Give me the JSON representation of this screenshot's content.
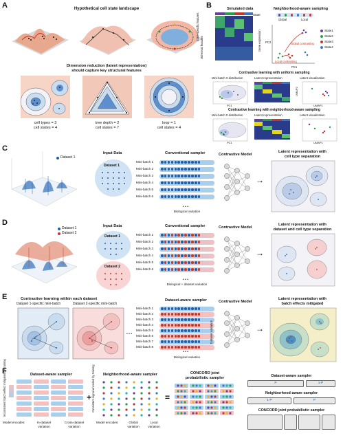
{
  "panels": [
    "A",
    "B",
    "C",
    "D",
    "E",
    "F"
  ],
  "panelA": {
    "title": "Hypothetical cell state landscape",
    "subtitle1": "Dimension reduction (latent representation)",
    "subtitle2": "should capture key structural features",
    "captions": [
      {
        "l1": "cell types = 3",
        "l2": "cell states = 4"
      },
      {
        "l1": "tree depth = 2",
        "l2": "cell states = 7"
      },
      {
        "l1": "loop = 1",
        "l2": "cell states = 4"
      }
    ]
  },
  "panelB": {
    "simulated": "Simulated data",
    "state": "State",
    "gene_expression": "Gene expression",
    "state_specific": "State-specific features",
    "universal": "Universal features",
    "neighborhood": "Neighborhood-aware sampling",
    "global": "Global",
    "local": "Local",
    "pc1": "PC1",
    "pc2": "PC2",
    "global_contrasting": "Global contrasting",
    "local_contrasting": "Local contrasting",
    "states": [
      "State1",
      "State2",
      "State3",
      "State4"
    ],
    "uniform_title": "Contrastive learning with uniform sampling",
    "neighborhood_title": "Contrastive learning with neighborhood-aware sampling",
    "minibatch0": "Mini-batch 0 distribution",
    "latent_rep": "Latent representation",
    "latent_vis": "Latent visualization",
    "umap1": "UMAP1",
    "umap2": "UMAP2"
  },
  "panelC": {
    "dataset1": "Dataset 1",
    "input_data": "Input Data",
    "sampler": "Conventional sampler",
    "model": "Contrastive Model",
    "result1": "Latent representation with",
    "result2": "cell type separation",
    "variation": "Biological variation",
    "batches": [
      "Mini-batch 1",
      "Mini-batch 2",
      "Mini-batch 3",
      "Mini-batch 4",
      "Mini-batch 5",
      "Mini-batch 6"
    ],
    "ellipsis": "• • •",
    "arrow": "→"
  },
  "panelD": {
    "dataset1": "Dataset 1",
    "dataset2": "Dataset 2",
    "input_data": "Input Data",
    "sampler": "Conventional sampler",
    "model": "Contrastive Model",
    "result1": "Latent representation with",
    "result2": "dataset and cell type separation",
    "variation": "Biological + dataset variation",
    "batches": [
      "Mini-batch 1",
      "Mini-batch 2",
      "Mini-batch 3",
      "Mini-batch 4",
      "Mini-batch 5",
      "Mini-batch 6"
    ],
    "ellipsis": "• • •",
    "arrow": "→"
  },
  "panelE": {
    "title": "Contrastive learning within each dataset",
    "sub1": "Dataset 1-specific mini-batch",
    "sub2": "Dataset 2-specific mini-batch",
    "sampler": "Dataset-aware sampler",
    "model": "Contrastive Model",
    "result1": "Latent representation with",
    "result2": "batch effects mitigated",
    "dataset_variation": "Dataset variation",
    "variation": "Biological variation",
    "batches": [
      "Mini-batch 1",
      "Mini-batch 2",
      "Mini-batch 3",
      "Mini-batch 4",
      "Mini-batch 5",
      "Mini-batch 6",
      "Mini-batch 7",
      "Mini-batch 8"
    ],
    "ellipsis": "• • •",
    "arrow": "→"
  },
  "panelF": {
    "dataset_aware": "Dataset-aware sampler",
    "neighborhood_aware": "Neighborhood-aware sampler",
    "concord": "CONCORD joint",
    "concord2": "probabilistic sampler",
    "side_note": "Inconsistent batch effect mitigated by training",
    "side_note2": "Consistent signal encoded by training",
    "model_encodes": "Model encodes:",
    "in_dataset": "In-dataset",
    "cross_dataset": "Cross-dataset",
    "variation": "variation",
    "global_var": "Global",
    "local_var": "Local",
    "plus": "+",
    "equals": "=",
    "right_dataset": "Dataset-aware sampler",
    "right_neighborhood": "Neighborhood-aware sampler",
    "right_concord": "CONCORD joint probabilistic sampler",
    "p_a": "P",
    "p_b": "1-P",
    "p_c": "1-P",
    "p_d": "P"
  },
  "colors": {
    "blue": "#a9cfee",
    "blue_dot": "#1f5fa8",
    "pink": "#f5c0c0",
    "pink_dot": "#c0392b",
    "grey_box": "#e8e8e8"
  }
}
